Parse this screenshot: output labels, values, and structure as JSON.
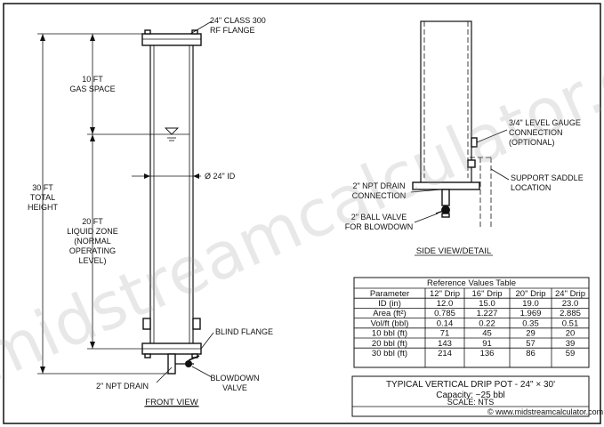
{
  "front_view": {
    "label": "FRONT VIEW",
    "flange_top_label": [
      "24\" CLASS 300",
      "RF FLANGE"
    ],
    "gas_space_label": [
      "10 FT",
      "GAS SPACE"
    ],
    "total_height_label": [
      "30 FT",
      "TOTAL",
      "HEIGHT"
    ],
    "id_label": "Ø 24\" ID",
    "liquid_zone_label": [
      "20 FT",
      "LIQUID ZONE",
      "(NORMAL",
      "OPERATING",
      "LEVEL)"
    ],
    "blind_flange_label": "BLIND FLANGE",
    "npt_drain_label": "2\" NPT DRAIN",
    "blowdown_label": [
      "BLOWDOWN",
      "VALVE"
    ]
  },
  "side_view": {
    "label": "SIDE VIEW/DETAIL",
    "level_gauge_label": [
      "3/4\" LEVEL GAUGE",
      "CONNECTION",
      "(OPTIONAL)"
    ],
    "saddle_label": [
      "SUPPORT SADDLE",
      "LOCATION"
    ],
    "npt_drain_label": [
      "2\" NPT DRAIN",
      "CONNECTION"
    ],
    "ball_valve_label": [
      "2\" BALL VALVE",
      "FOR BLOWDOWN"
    ]
  },
  "reference_table": {
    "title": "Reference Values Table",
    "headers": [
      "Parameter",
      "12\" Drip",
      "16\" Drip",
      "20\" Drip",
      "24\" Drip"
    ],
    "rows": [
      [
        "ID (in)",
        "12.0",
        "15.0",
        "19.0",
        "23.0"
      ],
      [
        "Area (ft²)",
        "0.785",
        "1.227",
        "1.969",
        "2.885"
      ],
      [
        "Vol/ft (bbl)",
        "0.14",
        "0.22",
        "0.35",
        "0.51"
      ],
      [
        "10 bbl (ft)",
        "71",
        "45",
        "29",
        "20"
      ],
      [
        "20 bbl (ft)",
        "143",
        "91",
        "57",
        "39"
      ],
      [
        "30 bbl (ft)",
        "214",
        "136",
        "86",
        "59"
      ]
    ]
  },
  "title_block": {
    "title": "TYPICAL VERTICAL DRIP POT - 24\" × 30'",
    "capacity": "Capacity: ~25 bbl",
    "scale": "SCALE: NTS",
    "copyright": "© www.midstreamcalculator.com"
  },
  "watermark": "midstreamcalculator.com"
}
